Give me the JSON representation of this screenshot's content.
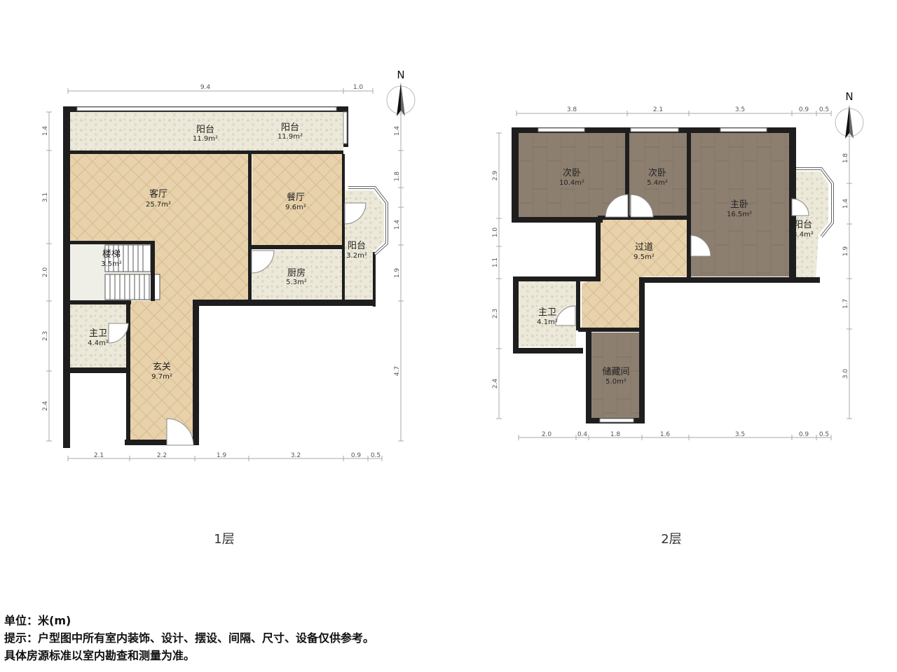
{
  "floors": [
    {
      "label": "1层",
      "rooms": [
        {
          "name": "阳台",
          "area": "11.9m²"
        },
        {
          "name": "阳台",
          "area": "11.9m²"
        },
        {
          "name": "客厅",
          "area": "25.7m²"
        },
        {
          "name": "餐厅",
          "area": "9.6m²"
        },
        {
          "name": "阳台",
          "area": "3.2m²"
        },
        {
          "name": "楼梯",
          "area": "3.5m²"
        },
        {
          "name": "厨房",
          "area": "5.3m²"
        },
        {
          "name": "主卫",
          "area": "4.4m²"
        },
        {
          "name": "玄关",
          "area": "9.7m²"
        }
      ],
      "dims_top": [
        "9.4",
        "1.0"
      ],
      "dims_bottom": [
        "2.1",
        "2.2",
        "1.9",
        "3.2",
        "0.9",
        "0.5"
      ],
      "dims_left": [
        "1.4",
        "3.1",
        "2.0",
        "2.3",
        "2.4"
      ],
      "dims_right": [
        "1.4",
        "1.8",
        "1.4",
        "1.9",
        "4.7"
      ]
    },
    {
      "label": "2层",
      "rooms": [
        {
          "name": "次卧",
          "area": "10.4m²"
        },
        {
          "name": "次卧",
          "area": "5.4m²"
        },
        {
          "name": "主卧",
          "area": "16.5m²"
        },
        {
          "name": "阳台",
          "area": "3.4m²"
        },
        {
          "name": "过道",
          "area": "9.5m²"
        },
        {
          "name": "主卫",
          "area": "4.1m²"
        },
        {
          "name": "储藏间",
          "area": "5.0m²"
        }
      ],
      "dims_top": [
        "3.8",
        "2.1",
        "3.5",
        "0.9",
        "0.5"
      ],
      "dims_bottom": [
        "2.0",
        "0.4",
        "1.8",
        "1.6",
        "3.5",
        "0.9",
        "0.5"
      ],
      "dims_left": [
        "2.9",
        "1.0",
        "1.1",
        "2.3",
        "2.4"
      ],
      "dims_right": [
        "1.8",
        "1.4",
        "1.9",
        "1.7",
        "3.0"
      ]
    }
  ],
  "compass_label": "N",
  "notes": [
    "单位：米(m)",
    "提示：户型图中所有室内装饰、设计、摆设、间隔、尺寸、设备仅供参考。",
    "具体房源标准以室内勘查和测量为准。"
  ],
  "colors": {
    "wall": "#1e1e1e",
    "wood_light": "#e6cfa8",
    "wood_dark": "#8f8070",
    "tile": "#ebe8d8",
    "dimension": "#999999"
  }
}
